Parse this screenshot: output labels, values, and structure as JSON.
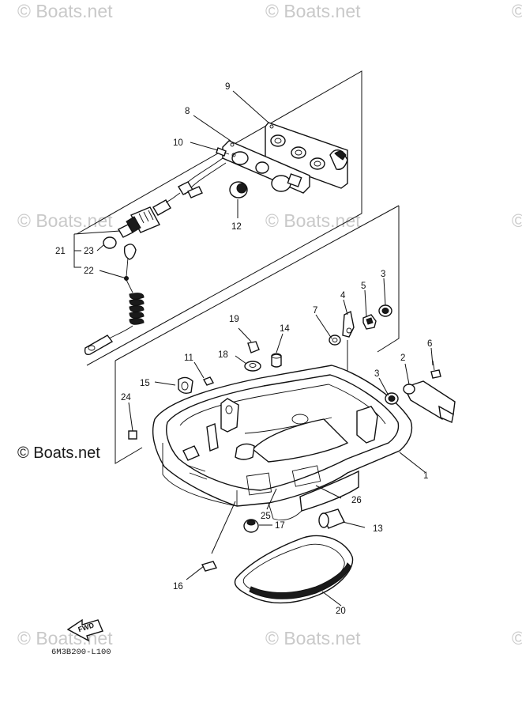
{
  "watermark": {
    "text": "Boats.net",
    "symbol": "©",
    "footer_text": "© Boats.net"
  },
  "diagram_code": "6M3B200-L100",
  "fwd_label": "FWD",
  "callouts": [
    {
      "id": "callout-1",
      "text": "1"
    },
    {
      "id": "callout-2",
      "text": "2"
    },
    {
      "id": "callout-3a",
      "text": "3"
    },
    {
      "id": "callout-3b",
      "text": "3"
    },
    {
      "id": "callout-4",
      "text": "4"
    },
    {
      "id": "callout-5",
      "text": "5"
    },
    {
      "id": "callout-6",
      "text": "6"
    },
    {
      "id": "callout-7",
      "text": "7"
    },
    {
      "id": "callout-8",
      "text": "8"
    },
    {
      "id": "callout-9",
      "text": "9"
    },
    {
      "id": "callout-10",
      "text": "10"
    },
    {
      "id": "callout-11",
      "text": "11"
    },
    {
      "id": "callout-12",
      "text": "12"
    },
    {
      "id": "callout-13",
      "text": "13"
    },
    {
      "id": "callout-14",
      "text": "14"
    },
    {
      "id": "callout-15",
      "text": "15"
    },
    {
      "id": "callout-16",
      "text": "16"
    },
    {
      "id": "callout-17",
      "text": "17"
    },
    {
      "id": "callout-18",
      "text": "18"
    },
    {
      "id": "callout-19",
      "text": "19"
    },
    {
      "id": "callout-20",
      "text": "20"
    },
    {
      "id": "callout-21",
      "text": "21"
    },
    {
      "id": "callout-22",
      "text": "22"
    },
    {
      "id": "callout-23",
      "text": "23"
    },
    {
      "id": "callout-24",
      "text": "24"
    },
    {
      "id": "callout-25",
      "text": "25"
    },
    {
      "id": "callout-26",
      "text": "26"
    }
  ]
}
